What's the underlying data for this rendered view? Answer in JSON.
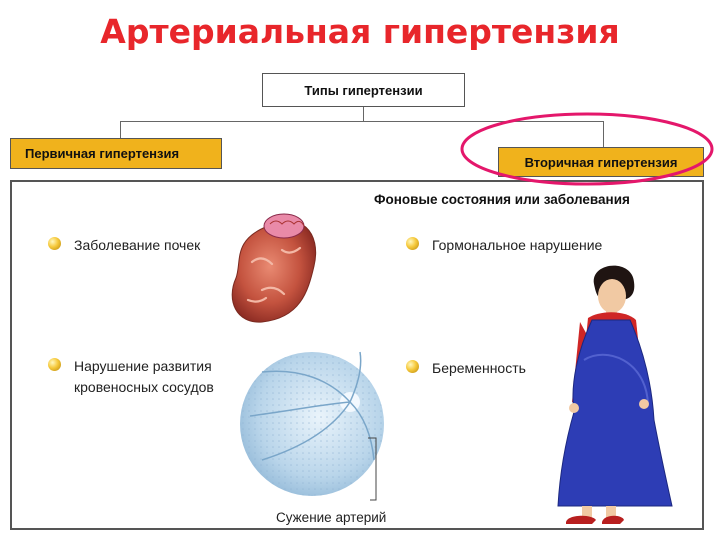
{
  "title": "Артериальная гипертензия",
  "diagram": {
    "root": "Типы гипертензии",
    "primary": "Первичная гипертензия",
    "secondary": "Вторичная гипертензия"
  },
  "panel": {
    "title": "Фоновые состояния или заболевания",
    "items": [
      "Заболевание почек",
      "Гормональное нарушение",
      "Нарушение развития\nкровеносных сосудов",
      "Беременность"
    ],
    "caption": "Сужение артерий"
  },
  "colors": {
    "title": "#e8262b",
    "box_fill": "#f0b21c",
    "highlight_ellipse": "#e4176b"
  },
  "icons": [
    "kidney-illustration",
    "retina-illustration",
    "pregnant-woman-illustration",
    "bullet-dot-icon"
  ]
}
